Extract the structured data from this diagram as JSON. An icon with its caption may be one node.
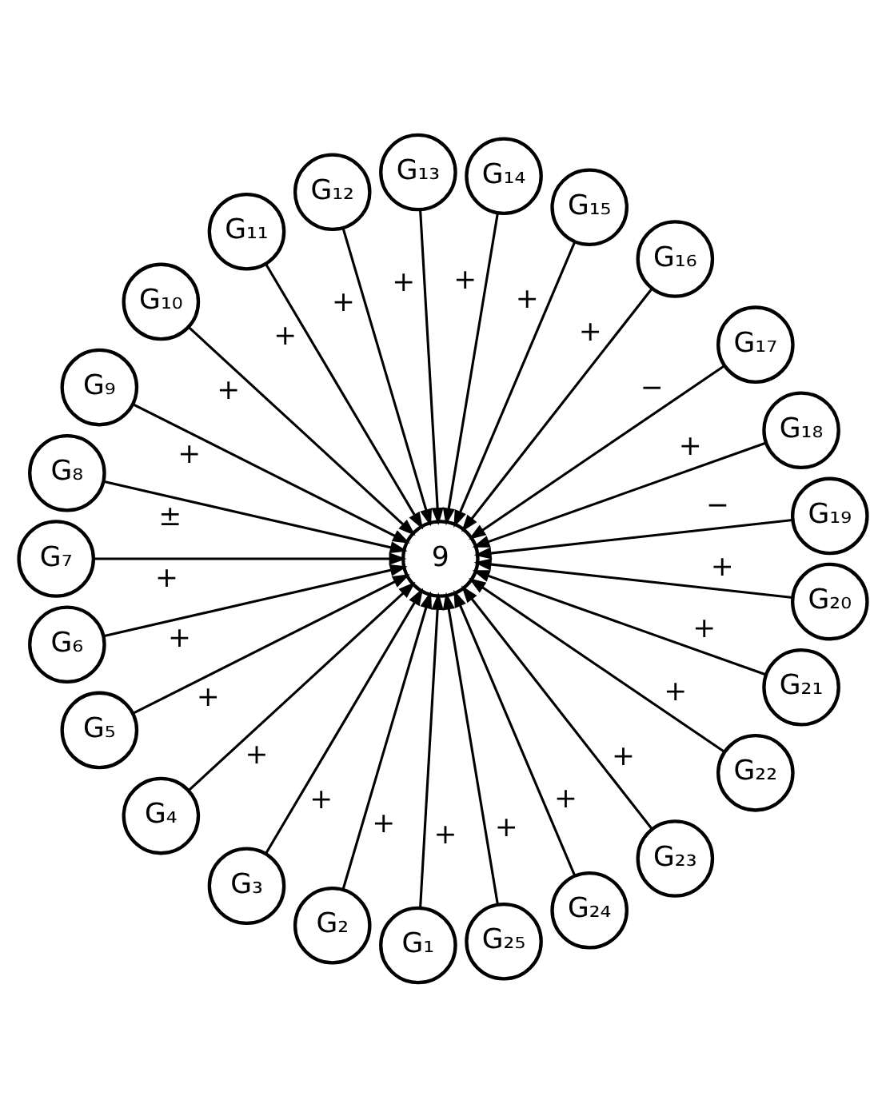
{
  "diagram": {
    "nodes": [
      {
        "text": [
          "9"
        ]
      },
      {
        "text": [
          "G₁"
        ]
      },
      {
        "text": [
          "G₂"
        ]
      },
      {
        "text": [
          "G₃"
        ]
      },
      {
        "text": [
          "G₄"
        ]
      },
      {
        "text": [
          "G₅"
        ]
      },
      {
        "text": [
          "G₆"
        ]
      },
      {
        "text": [
          "G₇"
        ]
      },
      {
        "text": [
          "G₈"
        ]
      },
      {
        "text": [
          "G₉"
        ]
      },
      {
        "text": [
          "G₁₀"
        ]
      },
      {
        "text": [
          "G₁₁"
        ]
      },
      {
        "text": [
          "G₁₂"
        ]
      },
      {
        "text": [
          "G₁₃"
        ]
      },
      {
        "text": [
          "G₁₄"
        ]
      },
      {
        "text": [
          "G₁₅"
        ]
      },
      {
        "text": [
          "G₁₆"
        ]
      },
      {
        "text": [
          "G₁₇"
        ]
      },
      {
        "text": [
          "G₁₈"
        ]
      },
      {
        "text": [
          "G₁₉"
        ]
      },
      {
        "text": [
          "G₂₀"
        ]
      },
      {
        "text": [
          "G₂₁"
        ]
      },
      {
        "text": [
          "G₂₂"
        ]
      },
      {
        "text": [
          "G₂₃"
        ]
      },
      {
        "text": [
          "G₂₄"
        ]
      },
      {
        "text": [
          "G₂₅"
        ]
      }
    ],
    "edges": [
      {
        "from": 1,
        "to": 0,
        "arrow": "to",
        "label": "+"
      },
      {
        "from": 2,
        "to": 0,
        "arrow": "to",
        "label": "+"
      },
      {
        "from": 3,
        "to": 0,
        "arrow": "to",
        "label": "+"
      },
      {
        "from": 4,
        "to": 0,
        "arrow": "to",
        "label": "+"
      },
      {
        "from": 5,
        "to": 0,
        "arrow": "to",
        "label": "+"
      },
      {
        "from": 6,
        "to": 0,
        "arrow": "to",
        "label": "+"
      },
      {
        "from": 7,
        "to": 0,
        "arrow": "to",
        "label": "+"
      },
      {
        "from": 8,
        "to": 0,
        "arrow": "to",
        "label": "±"
      },
      {
        "from": 9,
        "to": 0,
        "arrow": "to",
        "label": "+"
      },
      {
        "from": 10,
        "to": 0,
        "arrow": "to",
        "label": "+"
      },
      {
        "from": 11,
        "to": 0,
        "arrow": "to",
        "label": "+"
      },
      {
        "from": 12,
        "to": 0,
        "arrow": "to",
        "label": "+"
      },
      {
        "from": 13,
        "to": 0,
        "arrow": "to",
        "label": "+"
      },
      {
        "from": 14,
        "to": 0,
        "arrow": "to",
        "label": "+"
      },
      {
        "from": 15,
        "to": 0,
        "arrow": "to",
        "label": "+"
      },
      {
        "from": 16,
        "to": 0,
        "arrow": "to",
        "label": "+"
      },
      {
        "from": 17,
        "to": 0,
        "arrow": "to",
        "label": "−"
      },
      {
        "from": 18,
        "to": 0,
        "arrow": "to",
        "label": "+"
      },
      {
        "from": 19,
        "to": 0,
        "arrow": "to",
        "label": "−"
      },
      {
        "from": 20,
        "to": 0,
        "arrow": "to",
        "label": "+"
      },
      {
        "from": 21,
        "to": 0,
        "arrow": "to",
        "label": "+"
      },
      {
        "from": 22,
        "to": 0,
        "arrow": "to",
        "label": "+"
      },
      {
        "from": 23,
        "to": 0,
        "arrow": "to",
        "label": "+"
      },
      {
        "from": 24,
        "to": 0,
        "arrow": "to",
        "label": "+"
      },
      {
        "from": 25,
        "to": 0,
        "arrow": "to",
        "label": "+"
      }
    ]
  }
}
